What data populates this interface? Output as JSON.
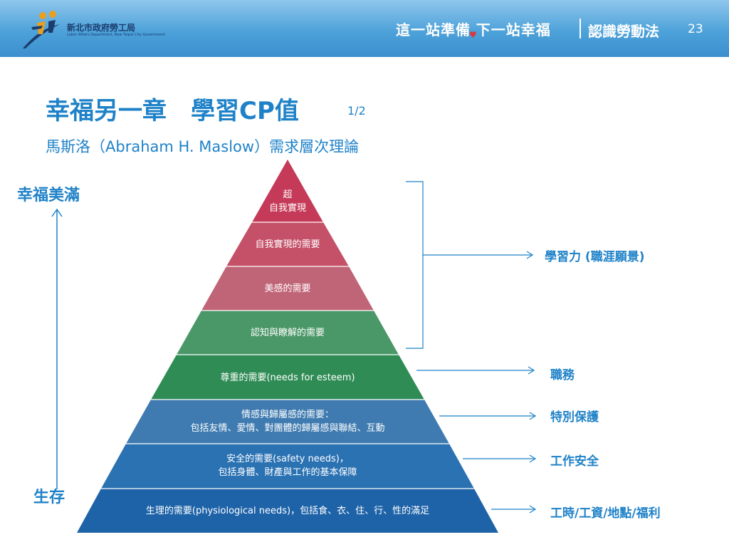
{
  "header": {
    "org_name": "新北市政府勞工局",
    "org_sub": "Labor Affairs Department, New Taipei City Government",
    "slogan_part1": "這一站準備",
    "slogan_part2": "下一站幸福",
    "section": "認識勞動法",
    "page_number": "23"
  },
  "title": {
    "main": "幸福另一章　學習CP值",
    "page": "1/2",
    "subtitle": "馬斯洛（Abraham H. Maslow）需求層次理論"
  },
  "axis": {
    "top_label": "幸福美滿",
    "bottom_label": "生存"
  },
  "pyramid": {
    "levels": [
      {
        "line1": "超",
        "line2": "自我實現",
        "color": "#c53a58"
      },
      {
        "line1": "自我實現的需要",
        "line2": "",
        "color": "#c45168"
      },
      {
        "line1": "美感的需要",
        "line2": "",
        "color": "#c06577"
      },
      {
        "line1": "認知與瞭解的需要",
        "line2": "",
        "color": "#4a9767"
      },
      {
        "line1": "尊重的需要(needs for esteem)",
        "line2": "",
        "color": "#2f8c55"
      },
      {
        "line1": "情感與歸屬感的需要：",
        "line2": "包括友情、愛情、對團體的歸屬感與聯結、互動",
        "color": "#3f7bb0"
      },
      {
        "line1": "安全的需要(safety needs)，",
        "line2": "包括身體、財產與工作的基本保障",
        "color": "#2b72b3"
      },
      {
        "line1": "生理的需要(physiological needs)，包括食、衣、住、行、性的滿足",
        "line2": "",
        "color": "#1e63a8"
      }
    ]
  },
  "right_labels": {
    "learning": "學習力 (職涯願景)",
    "duty": "職務",
    "protection": "特別保護",
    "safety": "工作安全",
    "conditions": "工時/工資/地點/福利"
  },
  "colors": {
    "accent": "#1f82c8",
    "header_blue": "#4da2da"
  }
}
